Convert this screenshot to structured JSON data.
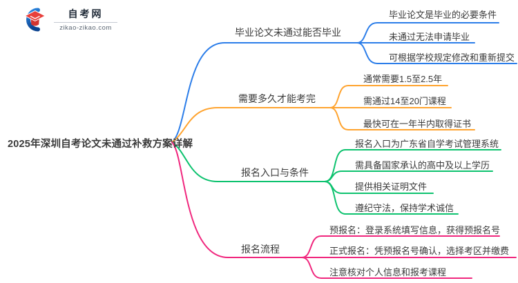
{
  "logo": {
    "site_name": "自考网",
    "domain": "zikao-zikao.com",
    "crescent_top": "#2e8be6",
    "crescent_bottom": "#0b4390",
    "cap_color": "#e8403c",
    "cap_dark": "#d43530"
  },
  "root": {
    "title": "2025年深圳自考论文未通过补救方案详解"
  },
  "branches": [
    {
      "label": "毕业论文未通过能否毕业",
      "color": "#2b7de9",
      "leaves": [
        "毕业论文是毕业的必要条件",
        "未通过无法申请毕业",
        "可根据学校规定修改和重新提交"
      ]
    },
    {
      "label": "需要多久才能考完",
      "color": "#ffa32e",
      "leaves": [
        "通常需要1.5至2.5年",
        "需通过14至20门课程",
        "最快可在一年半内取得证书"
      ]
    },
    {
      "label": "报名入口与条件",
      "color": "#0cc26e",
      "leaves": [
        "报名入口为广东省自学考试管理系统",
        "需具备国家承认的高中及以上学历",
        "提供相关证明文件",
        "遵纪守法，保持学术诚信"
      ]
    },
    {
      "label": "报名流程",
      "color": "#f0267d",
      "leaves": [
        "预报名：登录系统填写信息，获得预报名号",
        "正式报名：凭预报名号确认，选择考区并缴费",
        "注意核对个人信息和报考课程"
      ]
    }
  ]
}
